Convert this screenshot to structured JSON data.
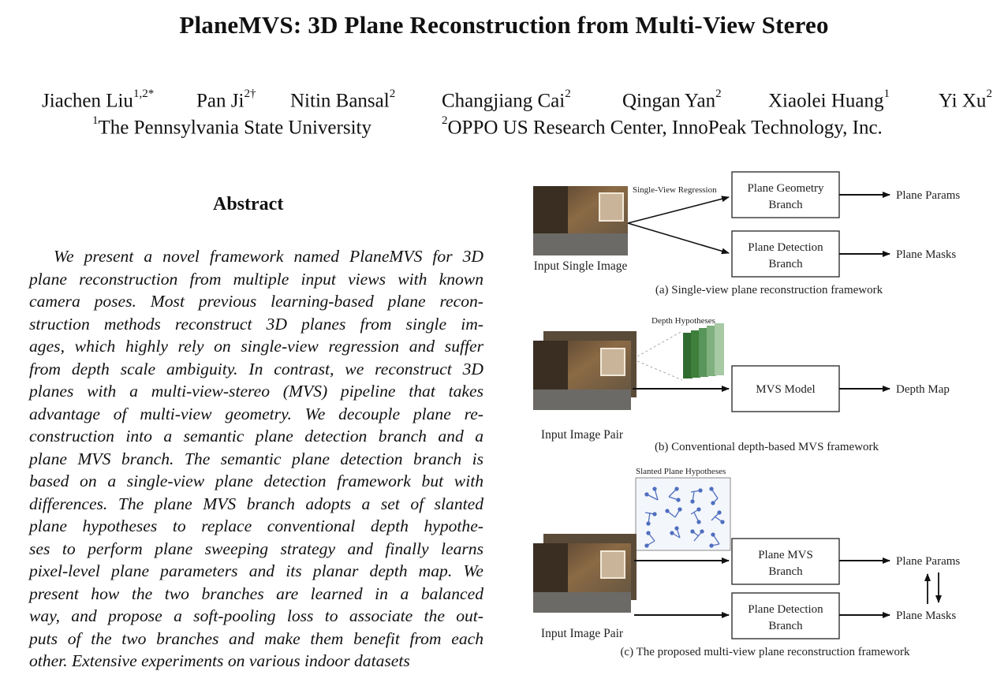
{
  "paper": {
    "title": "PlaneMVS: 3D Plane Reconstruction from Multi-View Stereo",
    "authors": [
      {
        "name": "Jiachen Liu",
        "sup": "1,2*"
      },
      {
        "name": "Pan Ji",
        "sup": "2†"
      },
      {
        "name": "Nitin Bansal",
        "sup": "2"
      },
      {
        "name": "Changjiang Cai",
        "sup": "2"
      },
      {
        "name": "Qingan Yan",
        "sup": "2"
      },
      {
        "name": "Xiaolei Huang",
        "sup": "1"
      },
      {
        "name": "Yi Xu",
        "sup": "2"
      }
    ],
    "affiliations": [
      {
        "sup": "1",
        "name": "The Pennsylvania State University"
      },
      {
        "sup": "2",
        "name": "OPPO US Research Center, InnoPeak Technology, Inc."
      }
    ],
    "abstract_heading": "Abstract",
    "abstract_lines": [
      "We present a novel framework named PlaneMVS for 3D",
      "plane reconstruction from multiple input views with known",
      "camera poses. Most previous learning-based plane recon-",
      "struction methods reconstruct 3D planes from single im-",
      "ages, which highly rely on single-view regression and suffer",
      "from depth scale ambiguity. In contrast, we reconstruct 3D",
      "planes with a multi-view-stereo (MVS) pipeline that takes",
      "advantage of multi-view geometry. We decouple plane re-",
      "construction into a semantic plane detection branch and a",
      "plane MVS branch. The semantic plane detection branch is",
      "based on a single-view plane detection framework but with",
      "differences. The plane MVS branch adopts a set of slanted",
      "plane hypotheses to replace conventional depth hypothe-",
      "ses to perform plane sweeping strategy and finally learns",
      "pixel-level plane parameters and its planar depth map. We",
      "present how the two branches are learned in a balanced",
      "way, and propose a soft-pooling loss to associate the out-",
      "puts of the two branches and make them benefit from each",
      "other.  Extensive experiments on various indoor datasets"
    ]
  },
  "figure": {
    "a": {
      "input_label": "Input Single Image",
      "arrow_label": "Single-View Regression",
      "box1_line1": "Plane Geometry",
      "box1_line2": "Branch",
      "box2_line1": "Plane Detection",
      "box2_line2": "Branch",
      "out1": "Plane Params",
      "out2": "Plane Masks",
      "caption": "(a) Single-view plane reconstruction framework"
    },
    "b": {
      "hyp_label": "Depth Hypotheses",
      "box": "MVS Model",
      "out": "Depth Map",
      "input_label": "Input Image Pair",
      "caption": "(b) Conventional depth-based MVS framework"
    },
    "c": {
      "hyp_label": "Slanted Plane Hypotheses",
      "box1_line1": "Plane MVS",
      "box1_line2": "Branch",
      "box2_line1": "Plane Detection",
      "box2_line2": "Branch",
      "out1": "Plane Params",
      "out2": "Plane Masks",
      "input_label": "Input Image Pair",
      "caption": "(c) The proposed multi-view plane reconstruction framework"
    }
  }
}
